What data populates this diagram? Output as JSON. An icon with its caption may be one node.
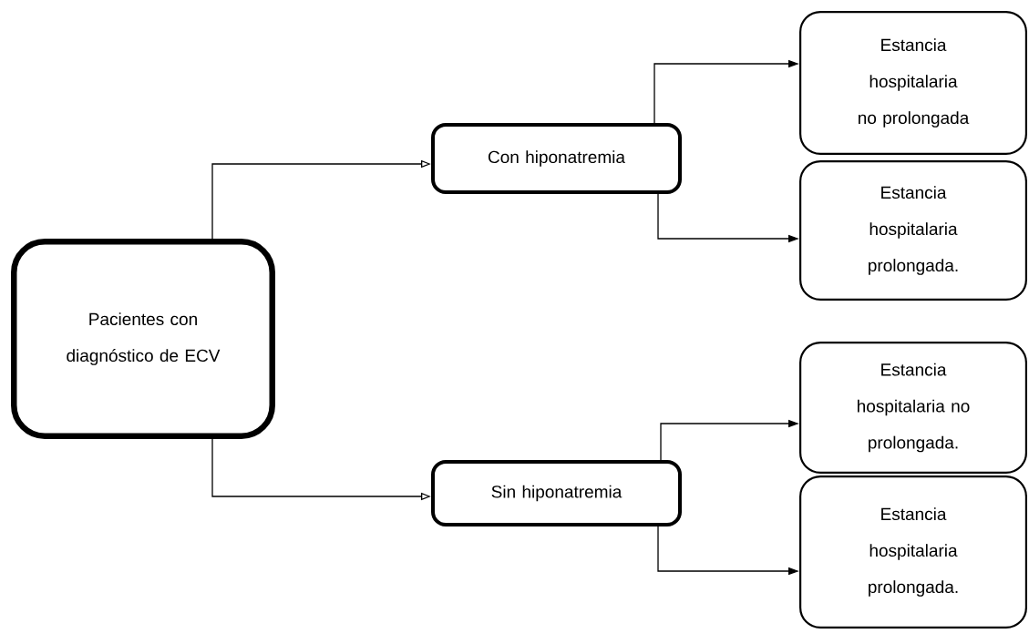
{
  "diagram": {
    "nodes": [
      {
        "text": [
          "Pacientes con diagnóstico de ECV"
        ]
      },
      {
        "text": [
          "Con hiponatremia"
        ]
      },
      {
        "text": [
          "Estancia hospitalaria no prolongada"
        ]
      },
      {
        "text": [
          "Estancia hospitalaria prolongada."
        ]
      },
      {
        "text": [
          "Sin hiponatremia"
        ]
      },
      {
        "text": [
          "Estancia hospitalaria no prolongada."
        ]
      },
      {
        "text": [
          "Estancia hospitalaria prolongada."
        ]
      }
    ],
    "edges": [
      {
        "from": 0,
        "to": 1,
        "arrow": "to"
      },
      {
        "from": 0,
        "to": 4,
        "arrow": "to"
      },
      {
        "from": 1,
        "to": 2,
        "arrow": "to"
      },
      {
        "from": 1,
        "to": 3,
        "arrow": "to"
      },
      {
        "from": 4,
        "to": 5,
        "arrow": "to"
      },
      {
        "from": 4,
        "to": 6,
        "arrow": "to"
      }
    ]
  }
}
